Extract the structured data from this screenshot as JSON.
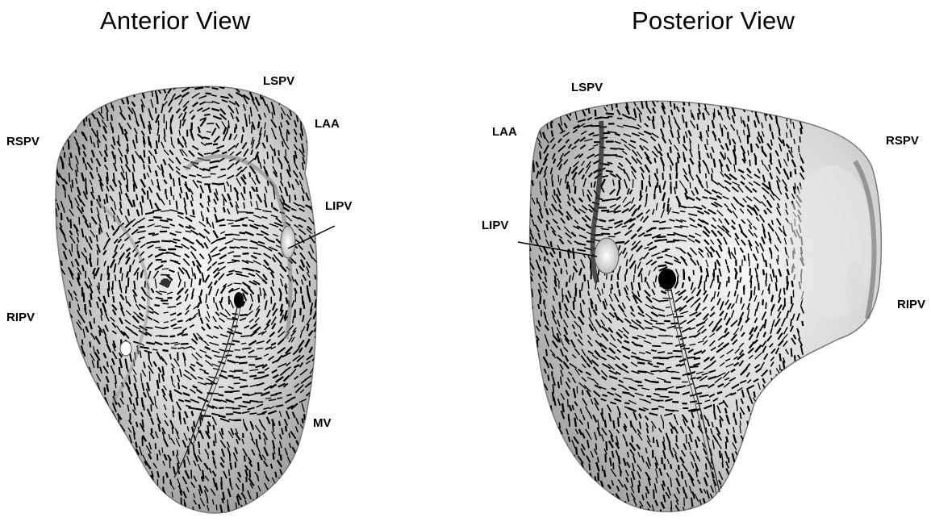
{
  "views": [
    {
      "title": "Anterior View",
      "labels": {
        "lspv": "LSPV",
        "laa": "LAA",
        "rspv": "RSPV",
        "lipv": "LIPV",
        "ripv": "RIPV",
        "mv": "MV"
      }
    },
    {
      "title": "Posterior View",
      "labels": {
        "lspv": "LSPV",
        "laa": "LAA",
        "rspv": "RSPV",
        "lipv": "LIPV",
        "ripv": "RIPV"
      }
    }
  ],
  "colors": {
    "background": "#ffffff",
    "surface_light": "#e6e6e6",
    "surface_mid": "#b4b4b4",
    "surface_dark": "#6e6e6e",
    "fiber_strokes": "#000000"
  }
}
